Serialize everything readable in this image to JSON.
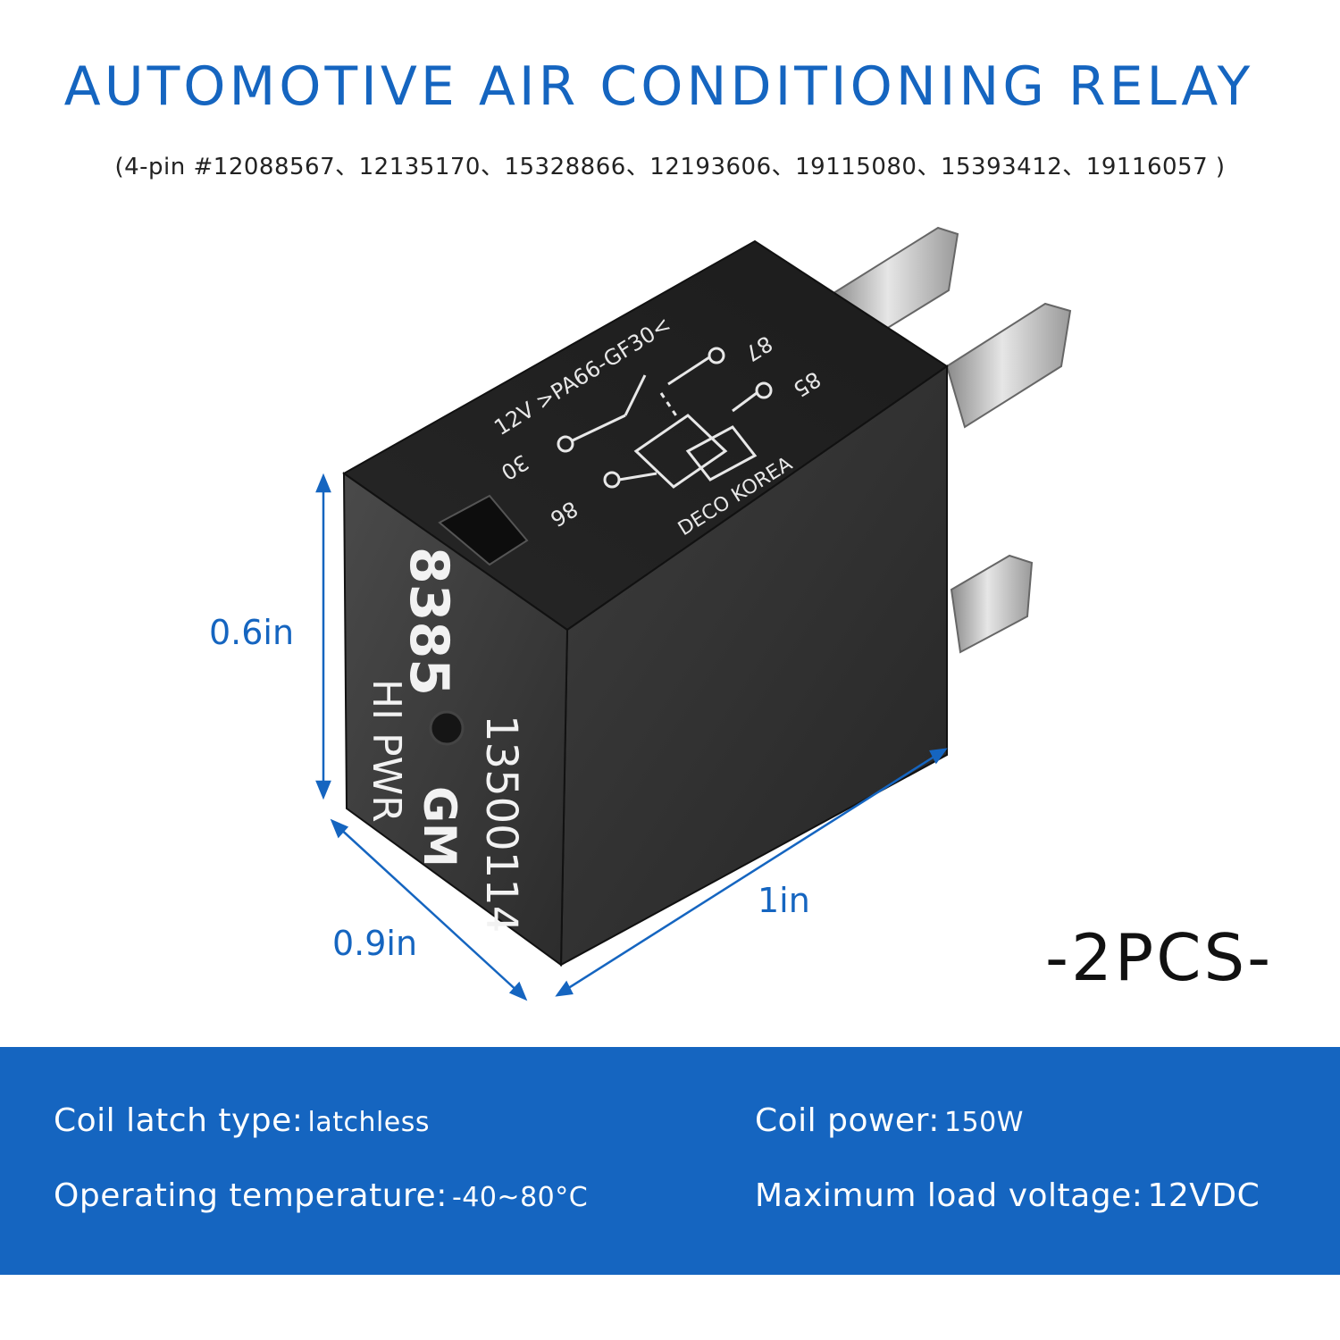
{
  "header": {
    "title": "AUTOMOTIVE AIR CONDITIONING RELAY",
    "subtitle": "(4-pin #12088567、12135170、15328866、12193606、19115080、15393412、19116057 )"
  },
  "dimensions": {
    "height_label": "0.6in",
    "depth_label": "0.9in",
    "length_label": "1in"
  },
  "relay_markings": {
    "part_code": "8385",
    "part_number": "13500114",
    "rating": "HI PWR",
    "brand": "GM",
    "material": "12V >PA66-GF30<",
    "maker": "DECO KOREA",
    "pin_30": "30",
    "pin_86": "86",
    "pin_87": "87",
    "pin_85": "85"
  },
  "quantity": "-2PCS-",
  "specs": {
    "coil_latch_type_label": "Coil latch type:",
    "coil_latch_type_value": "latchless",
    "coil_power_label": "Coil power:",
    "coil_power_value": "150W",
    "operating_temp_label": "Operating temperature:",
    "operating_temp_value": "-40~80°C",
    "max_load_voltage_label": "Maximum load voltage:",
    "max_load_voltage_value": "12VDC"
  },
  "colors": {
    "accent": "#1565c0",
    "relay_body": "#2e2e2e",
    "pin_metal": "#c8c8c8"
  }
}
